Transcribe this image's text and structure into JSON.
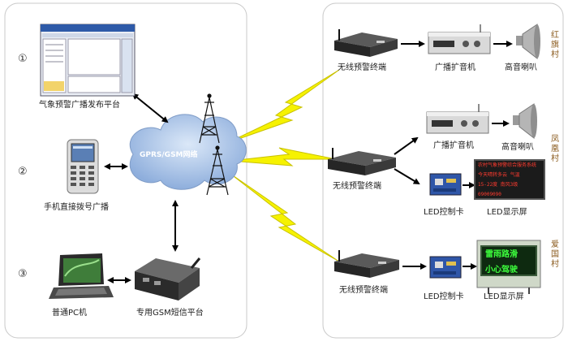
{
  "left_panel": {
    "items": [
      {
        "number": "①",
        "label": "气象预警广播发布平台"
      },
      {
        "number": "②",
        "label": "手机直接拨号广播"
      },
      {
        "number": "③",
        "label": "普通PC机"
      }
    ],
    "gsm_platform_label": "专用GSM短信平台"
  },
  "cloud": {
    "label": "GPRS/GSM网络"
  },
  "right_panel": {
    "villages": [
      {
        "name": "红旗村"
      },
      {
        "name": "凤凰村"
      },
      {
        "name": "爱国村"
      }
    ],
    "terminal_label": "无线预警终端",
    "amplifier_label": "广播扩音机",
    "speaker_label": "高音喇叭",
    "led_card_label": "LED控制卡",
    "led_screen_label": "LED显示屏",
    "led_red_screen_lines": [
      "农村气象预警综合服务系统",
      "今天晴转多云 气温",
      "15-22度 南风3级",
      "09009090"
    ],
    "led_green_screen_lines": [
      "雷雨路滑",
      "小心驾驶"
    ]
  },
  "colors": {
    "bolt": "#f6f200",
    "bolt_stroke": "#c9c200",
    "cloud": "#a9c4e8",
    "panel_border": "#c8c8c8"
  }
}
